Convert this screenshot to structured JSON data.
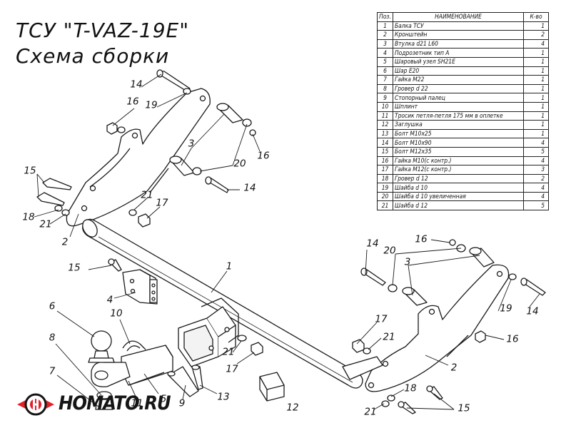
{
  "header": {
    "title_line1": "ТСУ \"T-VAZ-19E\"",
    "title_line2": "Схема сборки"
  },
  "table": {
    "headers": {
      "pos": "Поз.",
      "name": "НАИМЕНОВАНИЕ",
      "qty": "К-во"
    },
    "rows": [
      {
        "pos": "1",
        "name": "Балка ТСУ",
        "qty": "1"
      },
      {
        "pos": "2",
        "name": "Кронштейн",
        "qty": "2"
      },
      {
        "pos": "3",
        "name": "Втулка d21 L60",
        "qty": "4"
      },
      {
        "pos": "4",
        "name": "Подрозетник тип А",
        "qty": "1"
      },
      {
        "pos": "5",
        "name": "Шаровый узел SH21E",
        "qty": "1"
      },
      {
        "pos": "6",
        "name": "Шар E20",
        "qty": "1"
      },
      {
        "pos": "7",
        "name": "Гайка М22",
        "qty": "1"
      },
      {
        "pos": "8",
        "name": "Гровер d 22",
        "qty": "1"
      },
      {
        "pos": "9",
        "name": "Стопорный палец",
        "qty": "1"
      },
      {
        "pos": "10",
        "name": "Шплинт",
        "qty": "1"
      },
      {
        "pos": "11",
        "name": "Тросик петля-петля 175 мм в оплетке",
        "qty": "1"
      },
      {
        "pos": "12",
        "name": "Заглушка",
        "qty": "1"
      },
      {
        "pos": "13",
        "name": "Болт М10х25",
        "qty": "1"
      },
      {
        "pos": "14",
        "name": "Болт М10х90",
        "qty": "4"
      },
      {
        "pos": "15",
        "name": "Болт М12х35",
        "qty": "5"
      },
      {
        "pos": "16",
        "name": "Гайка М10(с контр.)",
        "qty": "4"
      },
      {
        "pos": "17",
        "name": "Гайка М12(с контр.)",
        "qty": "3"
      },
      {
        "pos": "18",
        "name": "Гровер d 12",
        "qty": "2"
      },
      {
        "pos": "19",
        "name": "Шайба d 10",
        "qty": "4"
      },
      {
        "pos": "20",
        "name": "Шайба d 10 увеличенная",
        "qty": "4"
      },
      {
        "pos": "21",
        "name": "Шайба d 12",
        "qty": "5"
      }
    ]
  },
  "callouts": {
    "c1": "1",
    "c2a": "2",
    "c2b": "2",
    "c3a": "3",
    "c3b": "3",
    "c4": "4",
    "c5": "5",
    "c6": "6",
    "c7": "7",
    "c8": "8",
    "c9": "9",
    "c10": "10",
    "c11": "11",
    "c12": "12",
    "c13": "13",
    "c14a": "14",
    "c14b": "14",
    "c14c": "14",
    "c14d": "14",
    "c15a": "15",
    "c15b": "15",
    "c15c": "15",
    "c16a": "16",
    "c16b": "16",
    "c16c": "16",
    "c16d": "16",
    "c17a": "17",
    "c17b": "17",
    "c17c": "17",
    "c18a": "18",
    "c18b": "18",
    "c19a": "19",
    "c19b": "19",
    "c20a": "20",
    "c20b": "20",
    "c21a": "21",
    "c21b": "21",
    "c21c": "21",
    "c21d": "21",
    "c21e": "21"
  },
  "logo": {
    "text": "HOMATO.RU",
    "accent": "#e3202a"
  },
  "colors": {
    "line": "#1a1a1a",
    "part_fill": "#ffffff"
  }
}
